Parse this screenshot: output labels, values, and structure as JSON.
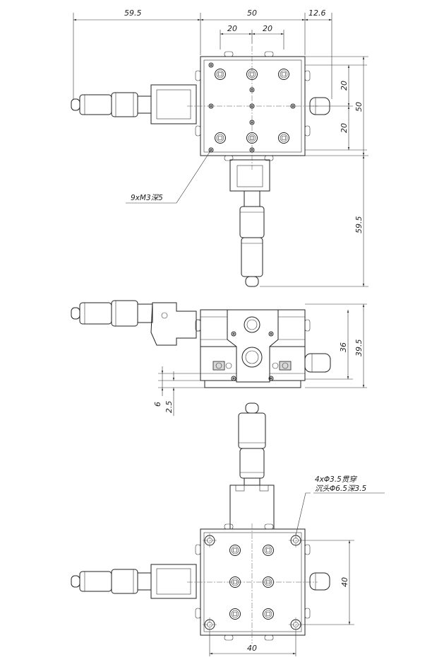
{
  "top_view": {
    "dim_left": "59.5",
    "dim_width": "50",
    "dim_right": "12.6",
    "dim_pitch_a": "20",
    "dim_pitch_b": "20",
    "dim_v_pitch_a": "20",
    "dim_v_pitch_b": "20",
    "dim_height": "50",
    "dim_bottom": "59.5",
    "hole_note": "9xM3深5"
  },
  "side_view": {
    "dim_36": "36",
    "dim_39_5": "39.5",
    "dim_6": "6",
    "dim_2_5": "2.5"
  },
  "bottom_view": {
    "note_line1": "4xΦ3.5贯穿",
    "note_line2": "沉头Φ6.5深3.5",
    "dim_v": "40",
    "dim_h": "40"
  }
}
